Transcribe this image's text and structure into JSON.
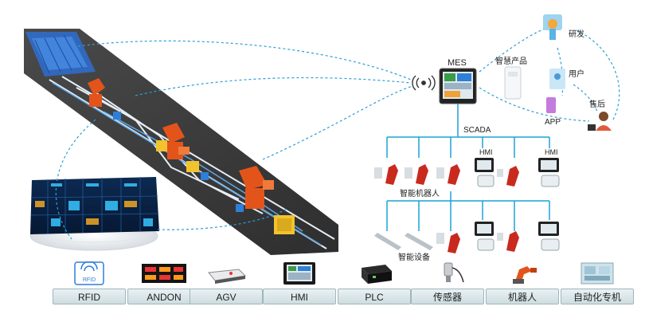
{
  "network": {
    "mes_label": "MES",
    "scada_label": "SCADA",
    "smart_product_label": "智慧产品",
    "rnd_label": "研发",
    "user_label": "用户",
    "after_sales_label": "售后",
    "app_label": "APP",
    "hmi_label_1": "HMI",
    "hmi_label_2": "HMI",
    "smart_robot_label": "智能机器人",
    "smart_equipment_label": "智能设备"
  },
  "bottom_items": [
    {
      "label": "RFID",
      "icon": "rfid-icon",
      "icon_text": "RFID"
    },
    {
      "label": "ANDON",
      "icon": "andon-board-icon"
    },
    {
      "label": "AGV",
      "icon": "agv-icon"
    },
    {
      "label": "HMI",
      "icon": "hmi-panel-icon"
    },
    {
      "label": "PLC",
      "icon": "plc-icon"
    },
    {
      "label": "传感器",
      "icon": "sensor-icon"
    },
    {
      "label": "机器人",
      "icon": "robot-icon"
    },
    {
      "label": "自动化专机",
      "icon": "automation-machine-icon"
    }
  ],
  "colors": {
    "link": "#2a9fd6",
    "tree": "#1aa3d9",
    "robot_orange": "#e3541b",
    "conveyor_blue": "#2f7fd8",
    "floor": "#3a3a3a"
  }
}
